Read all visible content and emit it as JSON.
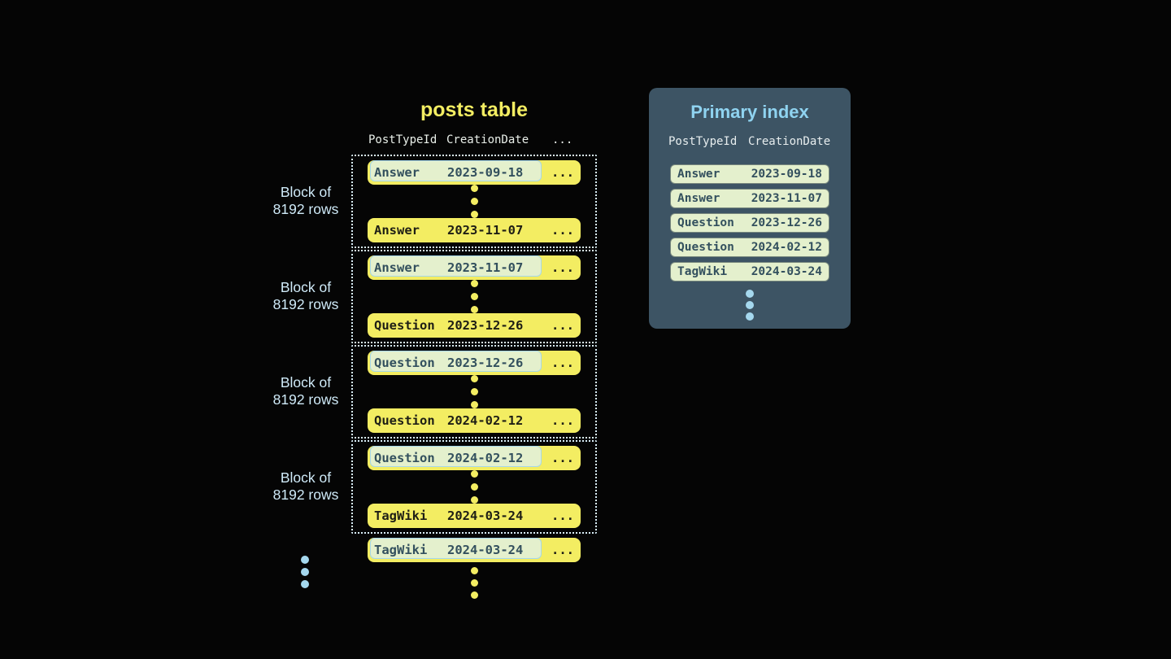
{
  "posts_table": {
    "title": "posts table",
    "headers": [
      "PostTypeId",
      "CreationDate",
      "..."
    ],
    "block_label": {
      "line1": "Block of",
      "line2": "8192 rows"
    },
    "ellipsis": "...",
    "blocks": [
      {
        "first": {
          "type": "Answer",
          "date": "2023-09-18"
        },
        "last": {
          "type": "Answer",
          "date": "2023-11-07"
        }
      },
      {
        "first": {
          "type": "Answer",
          "date": "2023-11-07"
        },
        "last": {
          "type": "Question",
          "date": "2023-12-26"
        }
      },
      {
        "first": {
          "type": "Question",
          "date": "2023-12-26"
        },
        "last": {
          "type": "Question",
          "date": "2024-02-12"
        }
      },
      {
        "first": {
          "type": "Question",
          "date": "2024-02-12"
        },
        "last": {
          "type": "TagWiki",
          "date": "2024-03-24"
        }
      }
    ],
    "trailing_row": {
      "type": "TagWiki",
      "date": "2024-03-24"
    }
  },
  "primary_index": {
    "title": "Primary index",
    "headers": [
      "PostTypeId",
      "CreationDate"
    ],
    "rows": [
      {
        "type": "Answer",
        "date": "2023-09-18"
      },
      {
        "type": "Answer",
        "date": "2023-11-07"
      },
      {
        "type": "Question",
        "date": "2023-12-26"
      },
      {
        "type": "Question",
        "date": "2024-02-12"
      },
      {
        "type": "TagWiki",
        "date": "2024-03-24"
      }
    ]
  },
  "colors": {
    "background": "#050505",
    "row_yellow": "#f3ed62",
    "row_text_dark": "#1e1e15",
    "highlight_green": "#e4f0cd",
    "highlight_border_blue": "#a5d7ea",
    "highlight_text_slate": "#33505e",
    "panel_slate": "#3d5464",
    "panel_title_blue": "#8fd3f0",
    "block_label_blue": "#cfeaf8",
    "dot_blue": "#a5d8ee",
    "header_text": "#e9efe9",
    "dotted_border": "#d9eef8"
  }
}
